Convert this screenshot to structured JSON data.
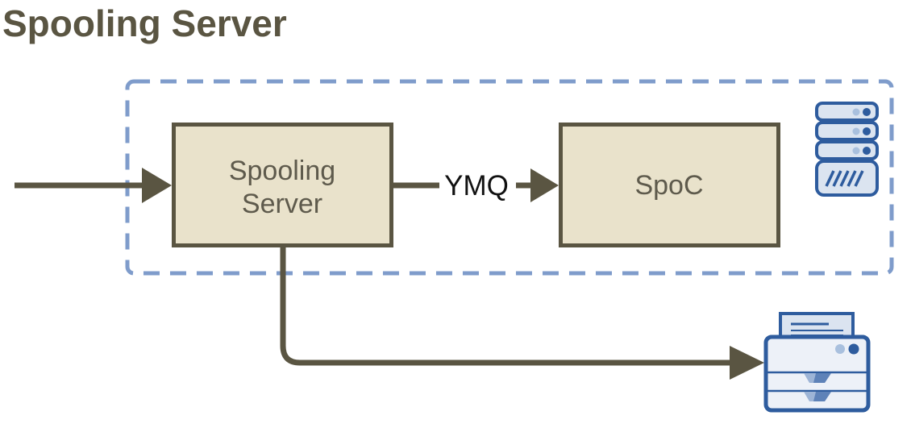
{
  "title": "Spooling Server",
  "nodes": {
    "spooling": {
      "line1": "Spooling",
      "line2": "Server"
    },
    "spoc": {
      "label": "SpoC"
    }
  },
  "edges": {
    "ymq": {
      "label": "YMQ"
    }
  },
  "icons": {
    "server": "server-icon",
    "printer": "printer-icon"
  },
  "colors": {
    "olive": "#5a5542",
    "labelOlive": "#5e5a4c",
    "tan": "#e9e2cb",
    "dashBlue": "#7f9ccb",
    "iconStroke": "#2e5c9e",
    "iconFill": "#dbe4f0",
    "iconFillLight": "#edf1f8",
    "dotLight": "#a9c0de",
    "trayLight": "#9db4d6",
    "trayDark": "#5e82b8",
    "textBlack": "#111111",
    "background": "#ffffff"
  }
}
